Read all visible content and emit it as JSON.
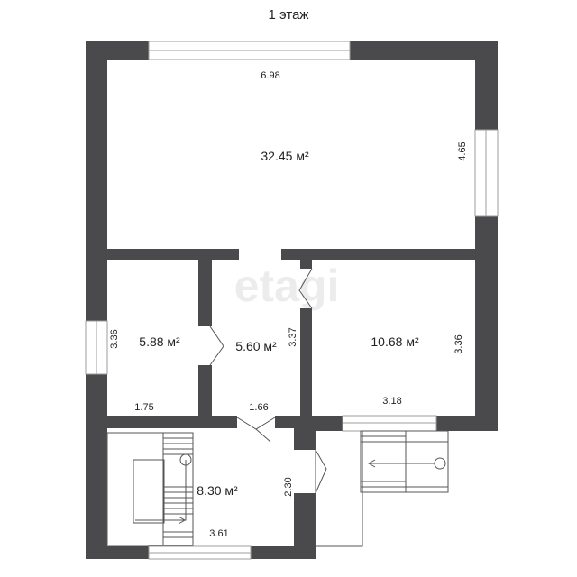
{
  "title": "1 этаж",
  "rooms": [
    {
      "area": "32.45 м²"
    },
    {
      "area": "5.88 м²"
    },
    {
      "area": "5.60 м²"
    },
    {
      "area": "10.68 м²"
    },
    {
      "area": "8.30 м²"
    }
  ],
  "dimensions": {
    "big_top": "6.98",
    "big_right": "4.65",
    "left_small_side": "3.36",
    "left_small_bottom": "1.75",
    "hall_bottom": "1.66",
    "hall_side": "3.37",
    "right_room_side": "3.36",
    "right_room_bottom": "3.18",
    "bottom_room_side": "2.30",
    "bottom_room_bottom": "3.61"
  },
  "watermark": "etagi",
  "colors": {
    "wall": "#4a4a4c",
    "window": "#9e9e9e",
    "background": "#ffffff"
  }
}
